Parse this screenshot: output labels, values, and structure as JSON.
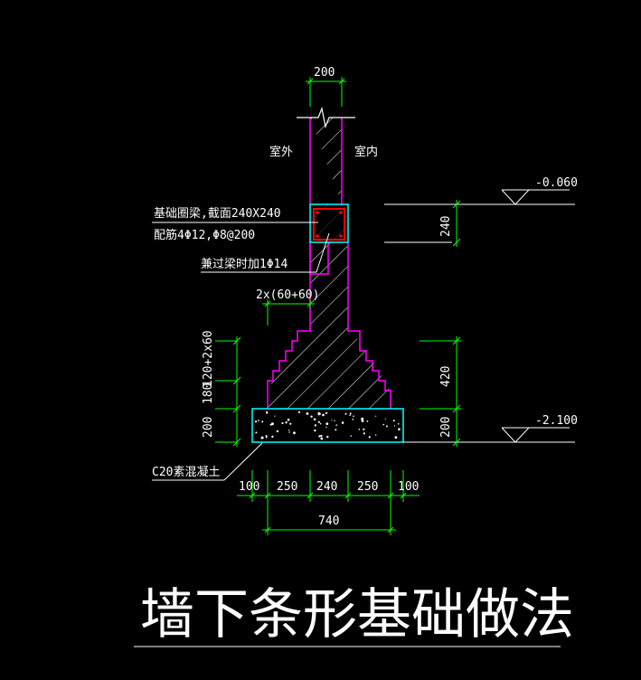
{
  "drawing": {
    "title": "墙下条形基础做法",
    "labels": {
      "outside": "室外",
      "inside": "室内"
    },
    "levels": {
      "top": "-0.060",
      "bottom": "-2.100"
    },
    "notes": {
      "ring_beam_line1": "基础圈梁,截面240X240",
      "ring_beam_line2": "配筋4Φ12,Φ8@200",
      "lintel": "兼过梁时加1Φ14",
      "step": "2x(60+60)",
      "concrete": "C20素混凝土"
    },
    "dims": {
      "top_width": "200",
      "beam_height": "240",
      "footing_height": "420",
      "base_height_right": "200",
      "left_step": "120+2x60",
      "left_180": "180",
      "left_200": "200",
      "bottom": [
        "100",
        "250",
        "240",
        "250",
        "100"
      ],
      "total": "740"
    },
    "colors": {
      "wall_outline": "#ff00ff",
      "beam_outline": "#00ffff",
      "rebar": "#ff0000",
      "dimension": "#00ff00",
      "text": "#ffffff",
      "background": "#000000"
    }
  }
}
